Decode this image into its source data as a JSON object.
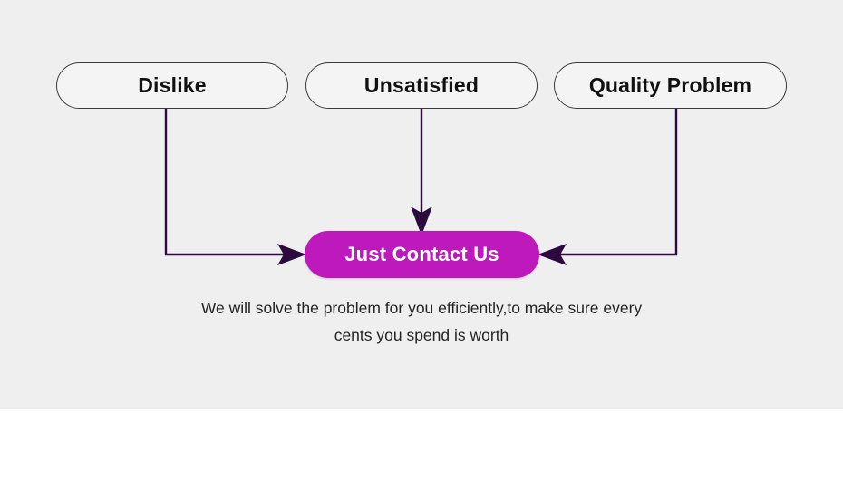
{
  "graphic": {
    "background_color": "#efefef",
    "page_color": "#ffffff",
    "connector_color": "#2d0a3d",
    "accent_color": "#bd19bd",
    "pill_fill": "#f4f4f4",
    "pill_border": "#3a3a3a",
    "text_color": "#111111"
  },
  "reasons": [
    {
      "label": "Dislike",
      "icon": "rounded-pill"
    },
    {
      "label": "Unsatisfied",
      "icon": "rounded-pill"
    },
    {
      "label": "Quality Problem",
      "icon": "rounded-pill"
    }
  ],
  "cta": {
    "label": "Just Contact Us"
  },
  "subtitle": {
    "line1": "We will solve the problem for you efficiently,to make sure every",
    "line2": "cents you spend is worth"
  },
  "connectors": [
    {
      "name": "dislike-to-cta",
      "direction": "right",
      "from": "Dislike",
      "to": "Just Contact Us"
    },
    {
      "name": "unsatisfied-to-cta",
      "direction": "down",
      "from": "Unsatisfied",
      "to": "Just Contact Us"
    },
    {
      "name": "quality-to-cta",
      "direction": "left",
      "from": "Quality Problem",
      "to": "Just Contact Us"
    }
  ]
}
